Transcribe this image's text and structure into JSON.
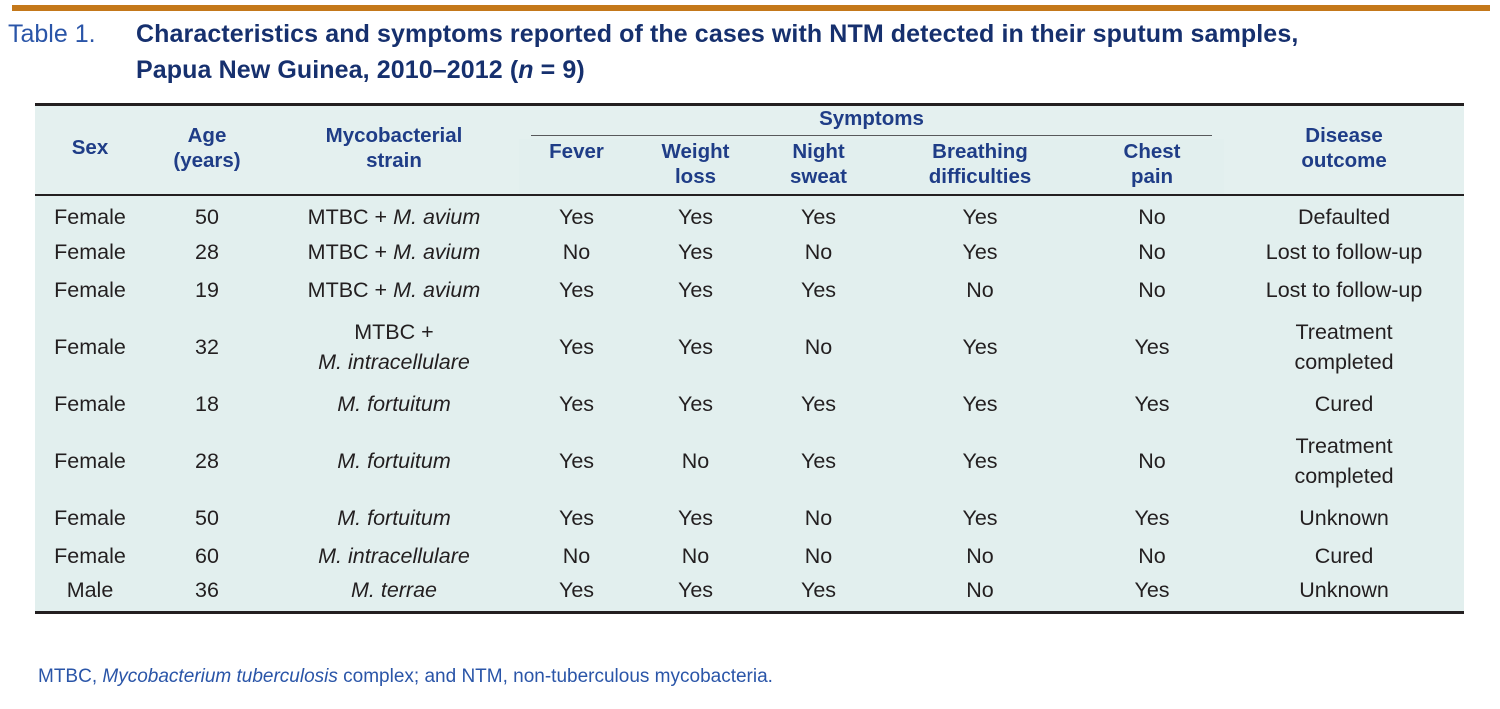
{
  "colors": {
    "top_rule": "#c4781a",
    "caption_label": "#2a55a8",
    "caption_bold": "#16306e",
    "header_text": "#1f3d87",
    "table_bg": "#e2efee",
    "body_text": "#231f20",
    "footnote": "#2a55a8"
  },
  "caption": {
    "label": "Table 1.",
    "line1": "Characteristics and symptoms reported of the cases with NTM detected in their sputum samples,",
    "line2_pre": "Papua New Guinea, 2010–2012 (",
    "line2_italic": "n",
    "line2_post": " = 9)"
  },
  "table": {
    "headers": {
      "sex": "Sex",
      "age_line1": "Age",
      "age_line2": "(years)",
      "strain_line1": "Mycobacterial",
      "strain_line2": "strain",
      "symptoms_spanner": "Symptoms",
      "fever": "Fever",
      "weight_loss_line1": "Weight",
      "weight_loss_line2": "loss",
      "night_sweat_line1": "Night",
      "night_sweat_line2": "sweat",
      "breathing_line1": "Breathing",
      "breathing_line2": "difficulties",
      "chest_pain_line1": "Chest",
      "chest_pain_line2": "pain",
      "outcome_line1": "Disease",
      "outcome_line2": "outcome"
    },
    "rows": [
      {
        "sex": "Female",
        "age": "50",
        "strain_plain": "MTBC + ",
        "strain_italic": "M. avium",
        "strain_line2_italic": "",
        "fever": "Yes",
        "weight_loss": "Yes",
        "night_sweat": "Yes",
        "breathing": "Yes",
        "chest_pain": "No",
        "outcome_line1": "Defaulted",
        "outcome_line2": ""
      },
      {
        "sex": "Female",
        "age": "28",
        "strain_plain": "MTBC + ",
        "strain_italic": "M. avium",
        "strain_line2_italic": "",
        "fever": "No",
        "weight_loss": "Yes",
        "night_sweat": "No",
        "breathing": "Yes",
        "chest_pain": "No",
        "outcome_line1": "Lost to follow-up",
        "outcome_line2": ""
      },
      {
        "sex": "Female",
        "age": "19",
        "strain_plain": "MTBC + ",
        "strain_italic": "M. avium",
        "strain_line2_italic": "",
        "fever": "Yes",
        "weight_loss": "Yes",
        "night_sweat": "Yes",
        "breathing": "No",
        "chest_pain": "No",
        "outcome_line1": "Lost to follow-up",
        "outcome_line2": ""
      },
      {
        "sex": "Female",
        "age": "32",
        "strain_plain": "MTBC +",
        "strain_italic": "",
        "strain_line2_italic": "M. intracellulare",
        "fever": "Yes",
        "weight_loss": "Yes",
        "night_sweat": "No",
        "breathing": "Yes",
        "chest_pain": "Yes",
        "outcome_line1": "Treatment",
        "outcome_line2": "completed"
      },
      {
        "sex": "Female",
        "age": "18",
        "strain_plain": "",
        "strain_italic": "M. fortuitum",
        "strain_line2_italic": "",
        "fever": "Yes",
        "weight_loss": "Yes",
        "night_sweat": "Yes",
        "breathing": "Yes",
        "chest_pain": "Yes",
        "outcome_line1": "Cured",
        "outcome_line2": ""
      },
      {
        "sex": "Female",
        "age": "28",
        "strain_plain": "",
        "strain_italic": "M. fortuitum",
        "strain_line2_italic": "",
        "fever": "Yes",
        "weight_loss": "No",
        "night_sweat": "Yes",
        "breathing": "Yes",
        "chest_pain": "No",
        "outcome_line1": "Treatment",
        "outcome_line2": "completed"
      },
      {
        "sex": "Female",
        "age": "50",
        "strain_plain": "",
        "strain_italic": "M. fortuitum",
        "strain_line2_italic": "",
        "fever": "Yes",
        "weight_loss": "Yes",
        "night_sweat": "No",
        "breathing": "Yes",
        "chest_pain": "Yes",
        "outcome_line1": "Unknown",
        "outcome_line2": ""
      },
      {
        "sex": "Female",
        "age": "60",
        "strain_plain": "",
        "strain_italic": "M. intracellulare",
        "strain_line2_italic": "",
        "fever": "No",
        "weight_loss": "No",
        "night_sweat": "No",
        "breathing": "No",
        "chest_pain": "No",
        "outcome_line1": "Cured",
        "outcome_line2": ""
      },
      {
        "sex": "Male",
        "age": "36",
        "strain_plain": "",
        "strain_italic": "M. terrae",
        "strain_line2_italic": "",
        "fever": "Yes",
        "weight_loss": "Yes",
        "night_sweat": "Yes",
        "breathing": "No",
        "chest_pain": "Yes",
        "outcome_line1": "Unknown",
        "outcome_line2": ""
      }
    ]
  },
  "footnote": {
    "pre": "MTBC, ",
    "italic": "Mycobacterium tuberculosis",
    "post": " complex; and NTM, non-tuberculous mycobacteria."
  }
}
